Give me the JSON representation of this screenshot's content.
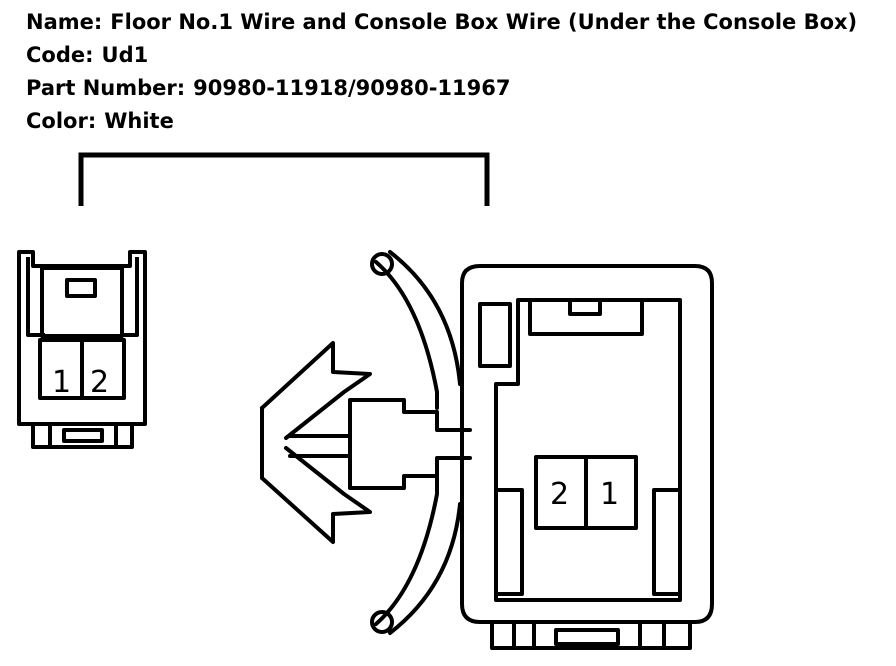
{
  "info": {
    "name_label": "Name:",
    "name_value": "Floor No.1 Wire and Console Box Wire (Under the Console Box)",
    "code_label": "Code:",
    "code_value": "Ud1",
    "part_label": "Part Number:",
    "part_value": "90980-11918/90980-11967",
    "color_label": "Color:",
    "color_value": "White"
  },
  "left_connector": {
    "pins": [
      "1",
      "2"
    ]
  },
  "right_connector": {
    "pins": [
      "2",
      "1"
    ]
  }
}
